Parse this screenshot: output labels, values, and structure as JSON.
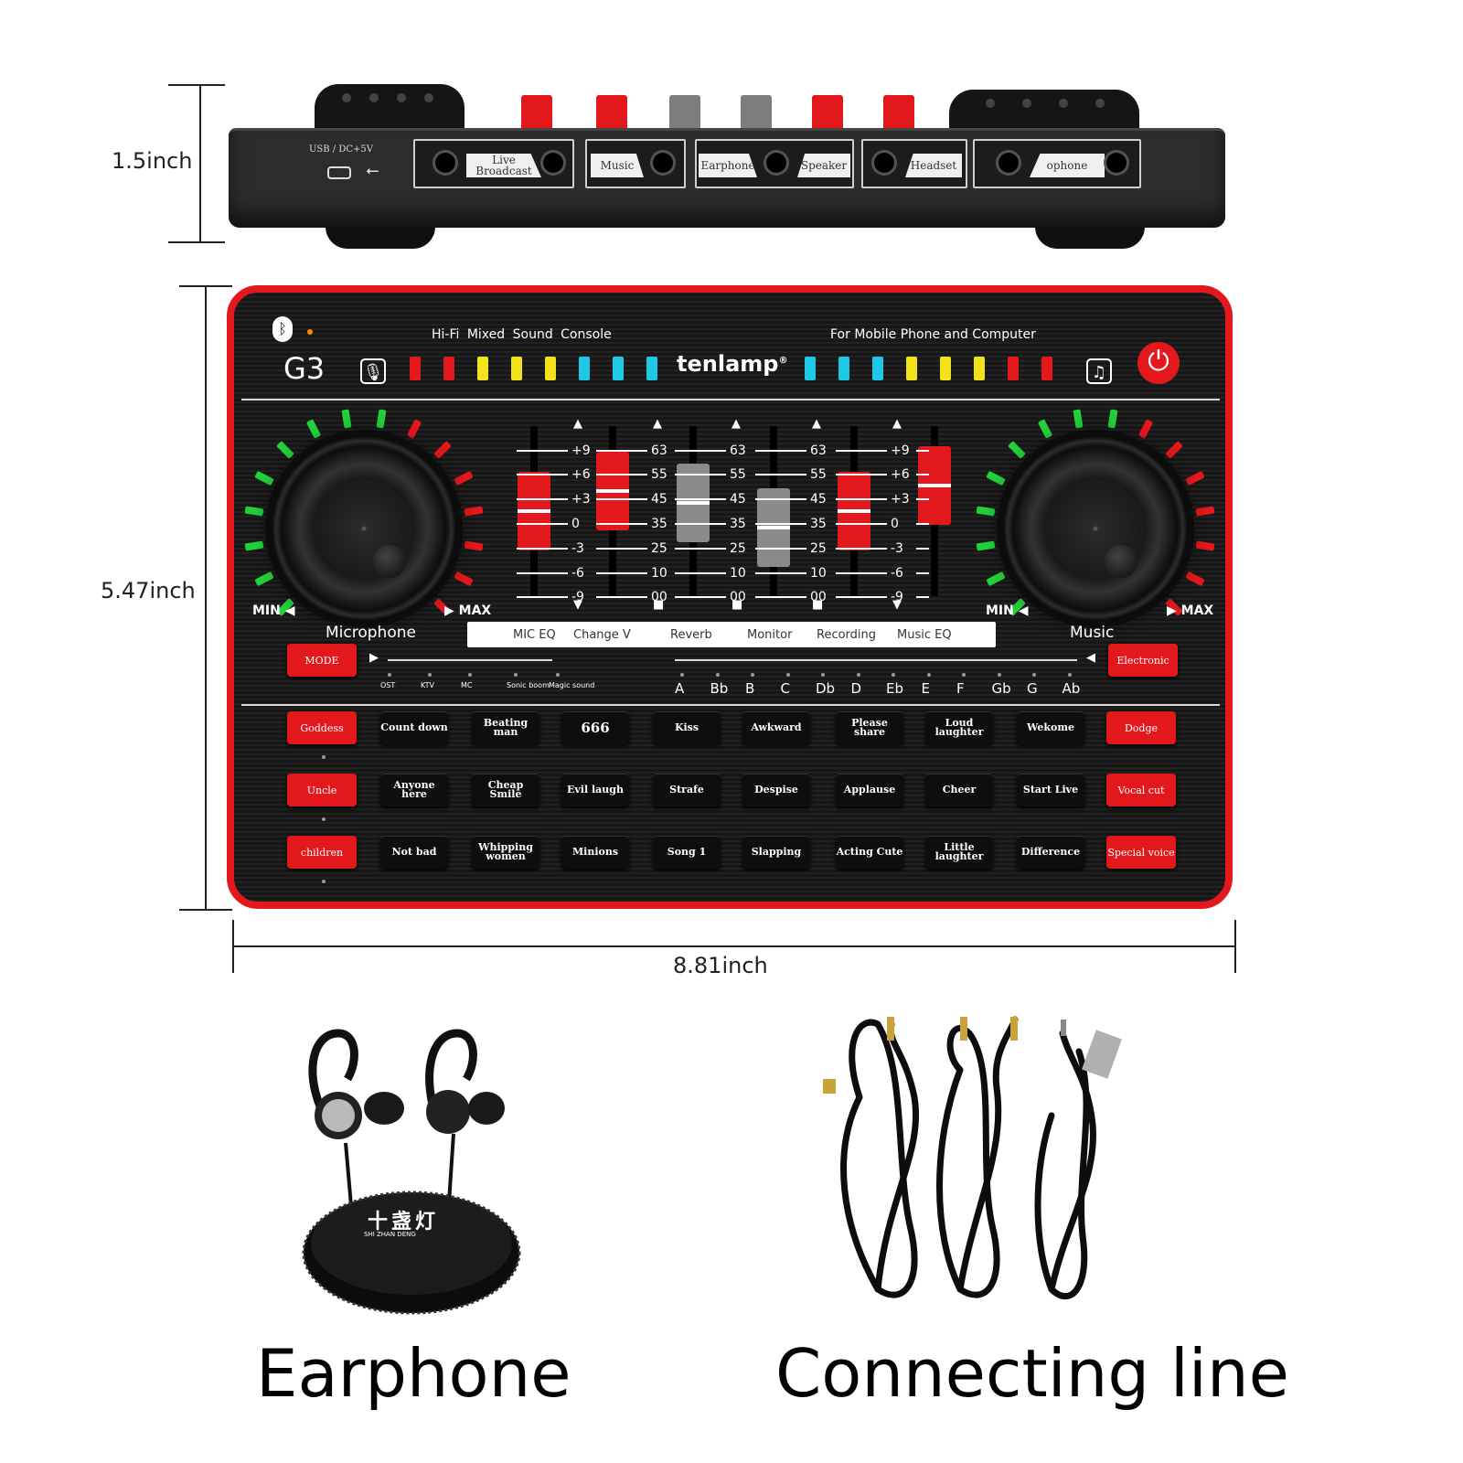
{
  "dimensions": {
    "height_side": "1.5inch",
    "height_top": "5.47inch",
    "width": "8.81inch"
  },
  "side_view": {
    "usb_label": "USB / DC+5V",
    "ports": [
      {
        "label": "Live Broadcast"
      },
      {
        "label": "Music"
      },
      {
        "label": "Earphone"
      },
      {
        "label": "Speaker"
      },
      {
        "label": "Headset"
      },
      {
        "label": "ophone"
      }
    ]
  },
  "device": {
    "model": "G3",
    "brand": "tenlamp",
    "registered": "®",
    "tagline_left": "Hi-Fi  Mixed  Sound  Console",
    "tagline_right": "For Mobile Phone and Computer",
    "mic_knob": {
      "label": "Microphone",
      "min": "MIN",
      "max": "MAX"
    },
    "music_knob": {
      "label": "Music",
      "min": "MIN",
      "max": "MAX"
    },
    "fader_scales": [
      [
        "+9",
        "+6",
        "+3",
        "0",
        "-3",
        "-6",
        "-9"
      ],
      [
        "63",
        "55",
        "45",
        "35",
        "25",
        "10",
        "00"
      ],
      [
        "63",
        "55",
        "45",
        "35",
        "25",
        "10",
        "00"
      ],
      [
        "63",
        "55",
        "45",
        "35",
        "25",
        "10",
        "00"
      ],
      [
        "+9",
        "+6",
        "+3",
        "0",
        "-3",
        "-6",
        "-9"
      ]
    ],
    "fader_labels": [
      "MIC EQ",
      "Change V",
      "Reverb",
      "Monitor",
      "Recording",
      "Music EQ"
    ],
    "faders": [
      {
        "color": "#e3181d",
        "level": 0.5
      },
      {
        "color": "#e3181d",
        "level": 0.74
      },
      {
        "color": "#8a8a8a",
        "level": 0.6
      },
      {
        "color": "#8a8a8a",
        "level": 0.3
      },
      {
        "color": "#e3181d",
        "level": 0.5
      },
      {
        "color": "#e3181d",
        "level": 0.8
      }
    ],
    "mode_button": "MODE",
    "electronic_button": "Electronic",
    "mode_options": [
      "OST",
      "KTV",
      "MC",
      "Sonic boom",
      "Magic sound"
    ],
    "key_options": [
      "A",
      "Bb",
      "B",
      "C",
      "Db",
      "D",
      "Eb",
      "E",
      "F",
      "Gb",
      "G",
      "Ab"
    ],
    "pads": [
      [
        "Goddess",
        "Count down",
        "Beating man",
        "666",
        "Kiss",
        "Awkward",
        "Please share",
        "Loud laughter",
        "Wekome",
        "Dodge"
      ],
      [
        "Uncle",
        "Anyone here",
        "Cheap Smile",
        "Evil laugh",
        "Strafe",
        "Despise",
        "Applause",
        "Cheer",
        "Start Live",
        "Vocal cut"
      ],
      [
        "children",
        "Not bad",
        "Whipping women",
        "Minions",
        "Song 1",
        "Slapping",
        "Acting Cute",
        "Little laughter",
        "Difference",
        "Special voice"
      ]
    ],
    "led_colors_left": [
      "#e3181d",
      "#e3181d",
      "#f2e21b",
      "#f2e21b",
      "#f2e21b",
      "#1ec8e6",
      "#1ec8e6",
      "#1ec8e6"
    ],
    "led_colors_right": [
      "#1ec8e6",
      "#1ec8e6",
      "#1ec8e6",
      "#f2e21b",
      "#f2e21b",
      "#f2e21b",
      "#e3181d",
      "#e3181d"
    ]
  },
  "accessories": {
    "earphone_case_brand": "十盏灯",
    "earphone_case_sub": "SHI  ZHAN  DENG",
    "earphone_caption": "Earphone",
    "cable_caption": "Connecting line"
  },
  "colors": {
    "accent_red": "#e3181d",
    "panel": "#1b1b1b",
    "green_led": "#22d03a"
  }
}
